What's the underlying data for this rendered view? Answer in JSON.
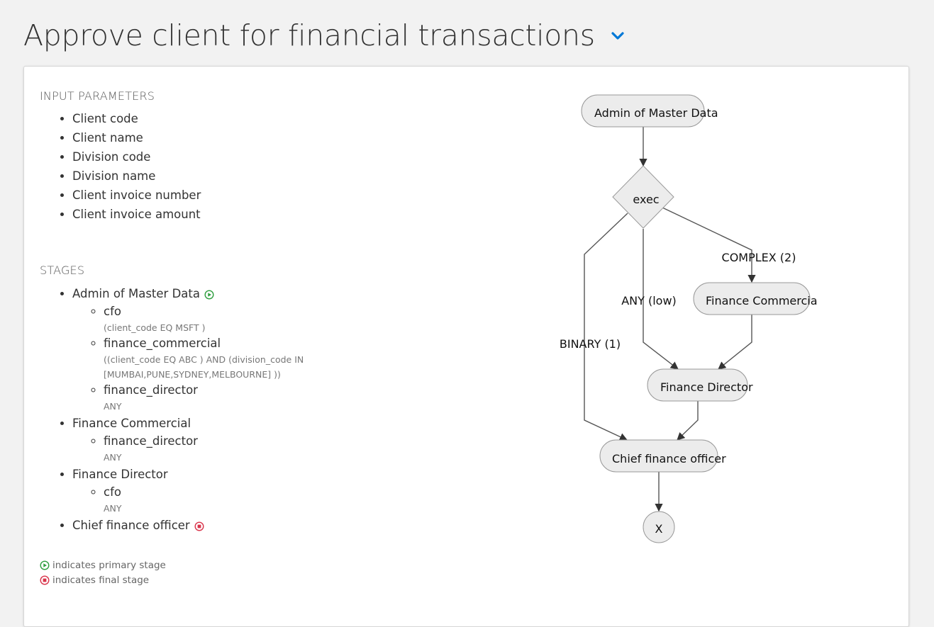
{
  "header": {
    "title": "Approve client for financial transactions",
    "toggle_icon": "chevron-down-icon",
    "accent": "#0078d7"
  },
  "input_parameters": {
    "heading": "INPUT PARAMETERS",
    "items": [
      "Client code",
      "Client name",
      "Division code",
      "Division name",
      "Client invoice number",
      "Client invoice amount"
    ]
  },
  "stages": {
    "heading": "STAGES",
    "items": [
      {
        "name": "Admin of Master Data",
        "marker": "primary",
        "approvers": [
          {
            "name": "cfo",
            "condition": "(client_code EQ MSFT )"
          },
          {
            "name": "finance_commercial",
            "condition": "((client_code EQ ABC ) AND (division_code IN [MUMBAI,PUNE,SYDNEY,MELBOURNE] ))"
          },
          {
            "name": "finance_director",
            "condition": "ANY"
          }
        ]
      },
      {
        "name": "Finance Commercial",
        "approvers": [
          {
            "name": "finance_director",
            "condition": "ANY"
          }
        ]
      },
      {
        "name": "Finance Director",
        "approvers": [
          {
            "name": "cfo",
            "condition": "ANY"
          }
        ]
      },
      {
        "name": "Chief finance officer",
        "marker": "final",
        "approvers": []
      }
    ]
  },
  "legend": {
    "primary": "indicates primary stage",
    "final": "indicates final stage",
    "primary_color": "#2e9e3e",
    "final_color": "#d9334a"
  },
  "flow": {
    "nodes": {
      "start": "Admin of Master Data",
      "decision": "exec",
      "finance_commercial": "Finance Commercia",
      "finance_director": "Finance Director",
      "cfo": "Chief finance officer",
      "end": "X"
    },
    "edges": {
      "binary": "BINARY (1)",
      "any": "ANY (low)",
      "complex": "COMPLEX (2)"
    }
  }
}
